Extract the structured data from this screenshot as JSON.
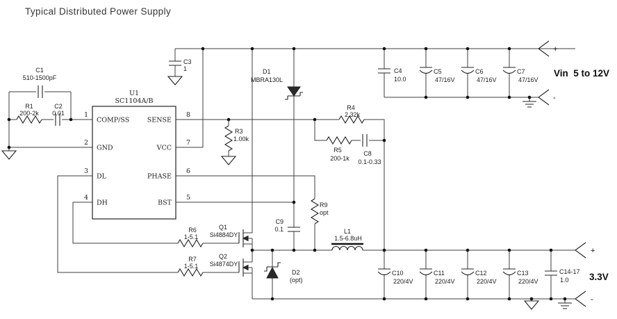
{
  "title": "Typical Distributed Power Supply",
  "ic": {
    "ref": "U1",
    "part": "SC1104A/B",
    "pins_left": [
      {
        "num": "1",
        "name": "COMP/SS"
      },
      {
        "num": "2",
        "name": "GND"
      },
      {
        "num": "3",
        "name": "DL"
      },
      {
        "num": "4",
        "name": "DH"
      }
    ],
    "pins_right": [
      {
        "num": "8",
        "name": "SENSE"
      },
      {
        "num": "7",
        "name": "VCC"
      },
      {
        "num": "6",
        "name": "PHASE"
      },
      {
        "num": "5",
        "name": "BST"
      }
    ]
  },
  "components": {
    "C1": {
      "ref": "C1",
      "value": "510-1500pF"
    },
    "R1": {
      "ref": "R1",
      "value": "200-2k"
    },
    "C2": {
      "ref": "C2",
      "value": "0.01"
    },
    "C3": {
      "ref": "C3",
      "value": "1"
    },
    "R3": {
      "ref": "R3",
      "value": "1.00k"
    },
    "D1": {
      "ref": "D1",
      "value": "MBRA130L"
    },
    "C4": {
      "ref": "C4",
      "value": "10.0"
    },
    "C5": {
      "ref": "C5",
      "value": "47/16V"
    },
    "C6": {
      "ref": "C6",
      "value": "47/16V"
    },
    "C7": {
      "ref": "C7",
      "value": "47/16V"
    },
    "R4": {
      "ref": "R4",
      "value": "2.32k"
    },
    "R5": {
      "ref": "R5",
      "value": "200-1k"
    },
    "C8": {
      "ref": "C8",
      "value": "0.1-0.33"
    },
    "C9": {
      "ref": "C9",
      "value": "0.1"
    },
    "R9": {
      "ref": "R9",
      "value": "opt"
    },
    "R6": {
      "ref": "R6",
      "value": "1-5.1"
    },
    "Q1": {
      "ref": "Q1",
      "value": "Si4884DY"
    },
    "R7": {
      "ref": "R7",
      "value": "1-5.1"
    },
    "Q2": {
      "ref": "Q2",
      "value": "Si4874DY"
    },
    "D2": {
      "ref": "D2",
      "value": "(opt)"
    },
    "L1": {
      "ref": "L1",
      "value": "1.5-6.8uH"
    },
    "C10": {
      "ref": "C10",
      "value": "220/4V"
    },
    "C11": {
      "ref": "C11",
      "value": "220/4V"
    },
    "C12": {
      "ref": "C12",
      "value": "220/4V"
    },
    "C13": {
      "ref": "C13",
      "value": "220/4V"
    },
    "C14": {
      "ref": "C14-17",
      "value": "1.0"
    }
  },
  "ports": {
    "vin_label": "Vin  5 to 12V",
    "vout_label": "3.3V",
    "vin_plus": "+",
    "vin_minus": "-",
    "vout_plus": "+",
    "vout_minus": "-"
  }
}
